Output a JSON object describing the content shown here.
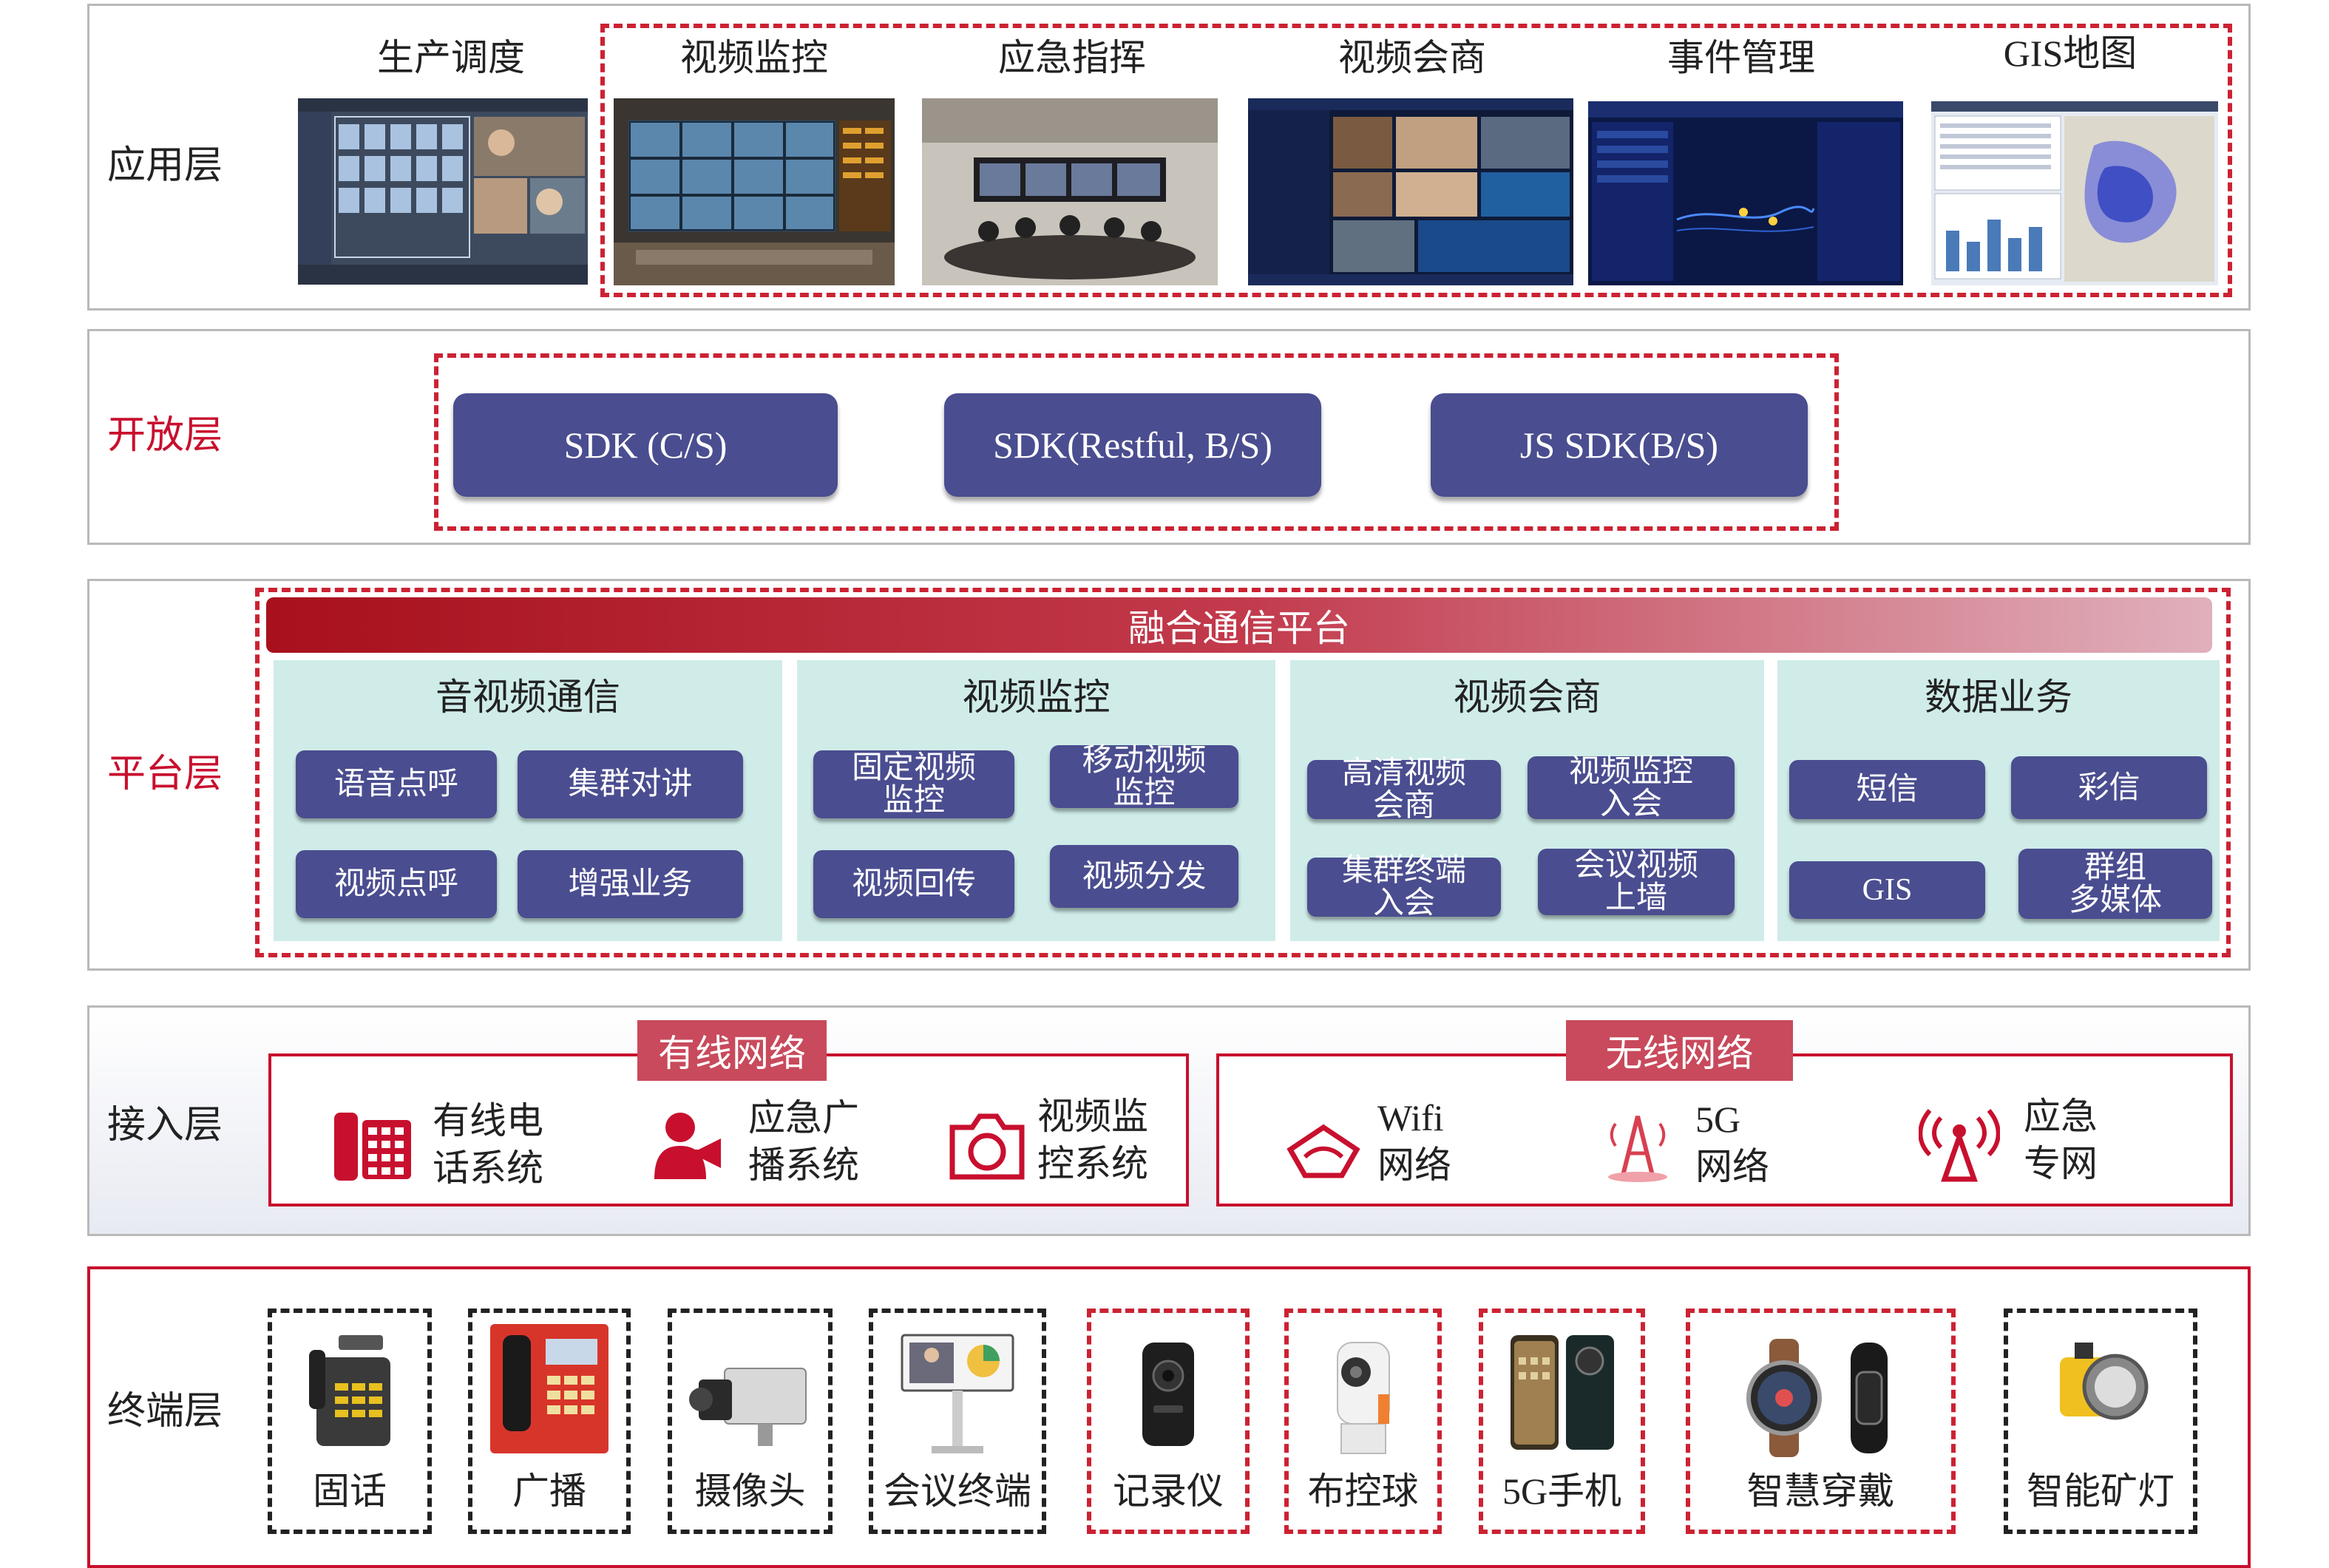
{
  "layers": {
    "application": "应用层",
    "open": "开放层",
    "platform": "平台层",
    "access": "接入层",
    "terminal": "终端层"
  },
  "applications": [
    "生产调度",
    "视频监控",
    "应急指挥",
    "视频会商",
    "事件管理",
    "GIS地图"
  ],
  "sdks": [
    "SDK (C/S)",
    "SDK(Restful, B/S)",
    "JS SDK(B/S)"
  ],
  "platform": {
    "banner": "融合通信平台",
    "groups": [
      {
        "title": "音视频通信",
        "buttons": [
          "语音点呼",
          "集群对讲",
          "视频点呼",
          "增强业务"
        ]
      },
      {
        "title": "视频监控",
        "buttons": [
          "固定视频\n监控",
          "移动视频\n监控",
          "视频回传",
          "视频分发"
        ]
      },
      {
        "title": "视频会商",
        "buttons": [
          "高清视频\n会商",
          "视频监控\n入会",
          "集群终端\n入会",
          "会议视频\n上墙"
        ]
      },
      {
        "title": "数据业务",
        "buttons": [
          "短信",
          "彩信",
          "GIS",
          "群组\n多媒体"
        ]
      }
    ]
  },
  "access": {
    "wired": {
      "title": "有线网络",
      "items": [
        {
          "icon": "telephone-icon",
          "label": "有线电\n话系统"
        },
        {
          "icon": "broadcast-person-icon",
          "label": "应急广\n播系统"
        },
        {
          "icon": "camera-icon",
          "label": "视频监\n控系统"
        }
      ]
    },
    "wireless": {
      "title": "无线网络",
      "items": [
        {
          "icon": "wifi-router-icon",
          "label": "Wifi\n网络"
        },
        {
          "icon": "5g-tower-icon",
          "label": "5G\n网络"
        },
        {
          "icon": "antenna-icon",
          "label": "应急\n专网"
        }
      ]
    }
  },
  "terminals": [
    "固话",
    "广播",
    "摄像头",
    "会议终端",
    "记录仪",
    "布控球",
    "5G手机",
    "智慧穿戴",
    "智能矿灯"
  ],
  "colors": {
    "accent_red": "#c8102e",
    "button_navy": "#4a4d8f",
    "group_bg": "#cfece9",
    "tab_red": "#c84a5c"
  }
}
